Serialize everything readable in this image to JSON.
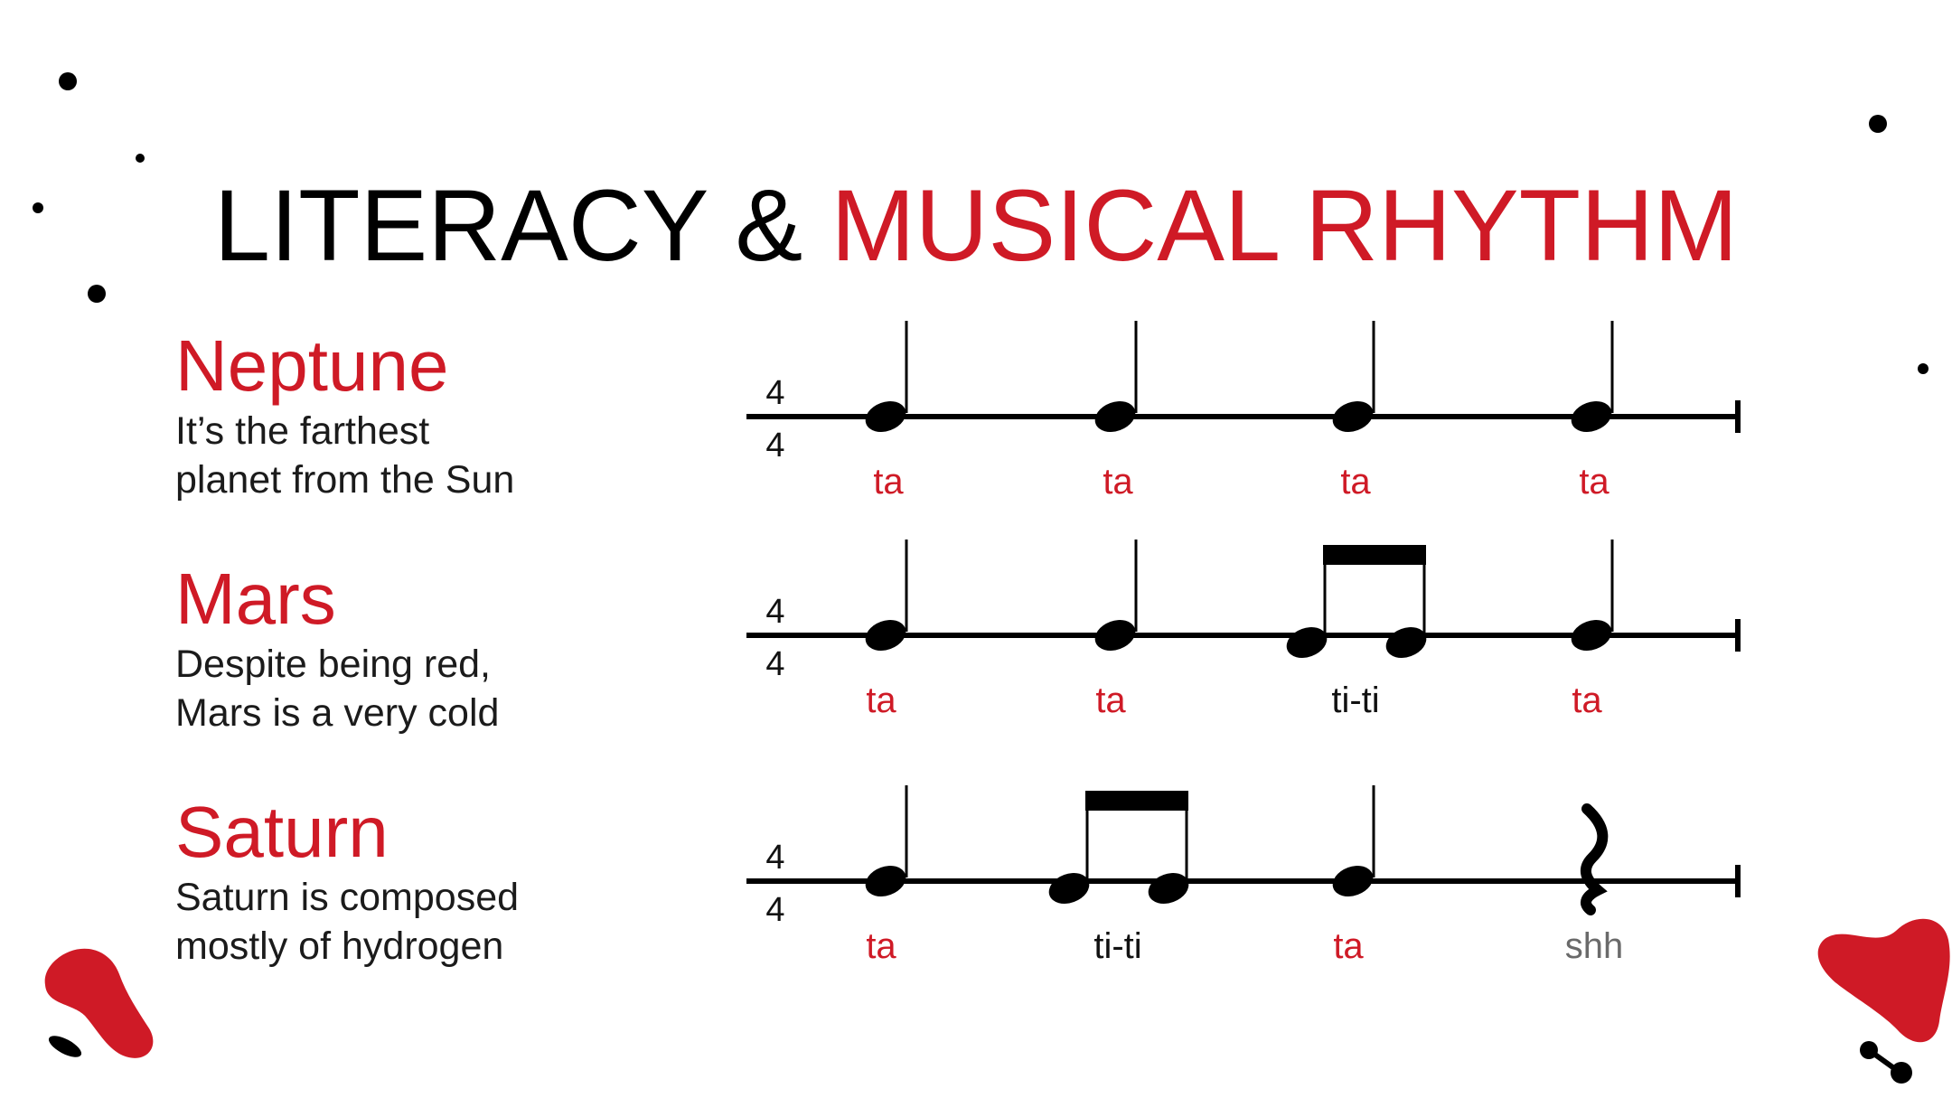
{
  "title": {
    "part1": "LITERACY & ",
    "part2": "MUSICAL RHYTHM"
  },
  "colors": {
    "accent": "#cf1a26",
    "text": "#000000",
    "rest_label": "#6a6a6a"
  },
  "planets": [
    {
      "name": "Neptune",
      "desc_line1": "It’s the farthest",
      "desc_line2": "planet from the Sun"
    },
    {
      "name": "Mars",
      "desc_line1": "Despite being red,",
      "desc_line2": "Mars is a very cold"
    },
    {
      "name": "Saturn",
      "desc_line1": "Saturn is composed",
      "desc_line2": "mostly of hydrogen"
    }
  ],
  "rhythms": [
    {
      "time_signature": {
        "top": "4",
        "bottom": "4"
      },
      "beats": [
        {
          "type": "quarter",
          "syllable": "ta"
        },
        {
          "type": "quarter",
          "syllable": "ta"
        },
        {
          "type": "quarter",
          "syllable": "ta"
        },
        {
          "type": "quarter",
          "syllable": "ta"
        }
      ]
    },
    {
      "time_signature": {
        "top": "4",
        "bottom": "4"
      },
      "beats": [
        {
          "type": "quarter",
          "syllable": "ta"
        },
        {
          "type": "quarter",
          "syllable": "ta"
        },
        {
          "type": "eighth-pair",
          "syllable": "ti-ti"
        },
        {
          "type": "quarter",
          "syllable": "ta"
        }
      ]
    },
    {
      "time_signature": {
        "top": "4",
        "bottom": "4"
      },
      "beats": [
        {
          "type": "quarter",
          "syllable": "ta"
        },
        {
          "type": "eighth-pair",
          "syllable": "ti-ti"
        },
        {
          "type": "quarter",
          "syllable": "ta"
        },
        {
          "type": "rest",
          "syllable": "shh"
        }
      ]
    }
  ]
}
